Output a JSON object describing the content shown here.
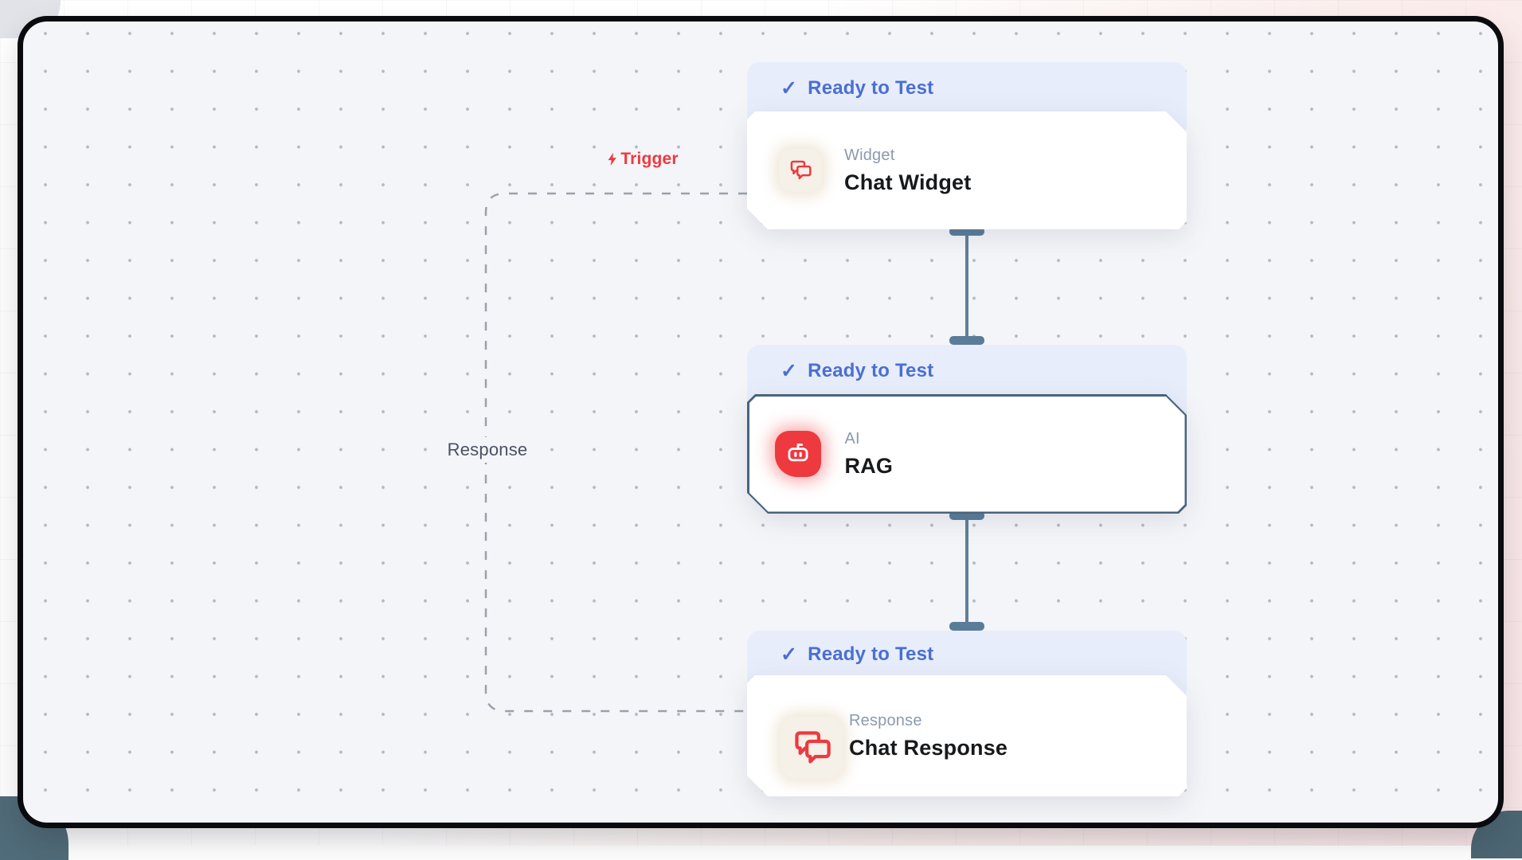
{
  "edges": {
    "trigger_label": "Trigger",
    "response_label": "Response"
  },
  "nodes": [
    {
      "status": "Ready to Test",
      "category": "Widget",
      "title": "Chat Widget",
      "icon": "chat-bubbles-icon"
    },
    {
      "status": "Ready to Test",
      "category": "AI",
      "title": "RAG",
      "icon": "robot-icon",
      "selected": true
    },
    {
      "status": "Ready to Test",
      "category": "Response",
      "title": "Chat Response",
      "icon": "chat-bubbles-icon"
    }
  ],
  "icons": {
    "check": "✓"
  },
  "colors": {
    "accent_red": "#ee393f",
    "status_blue": "#4a6fd3",
    "badge_bg": "#e8edfb",
    "connector_slate": "#5a7c98",
    "selected_border": "#47647c",
    "canvas_bg": "#f4f5f8",
    "edge_gray": "#9aa1ab"
  }
}
